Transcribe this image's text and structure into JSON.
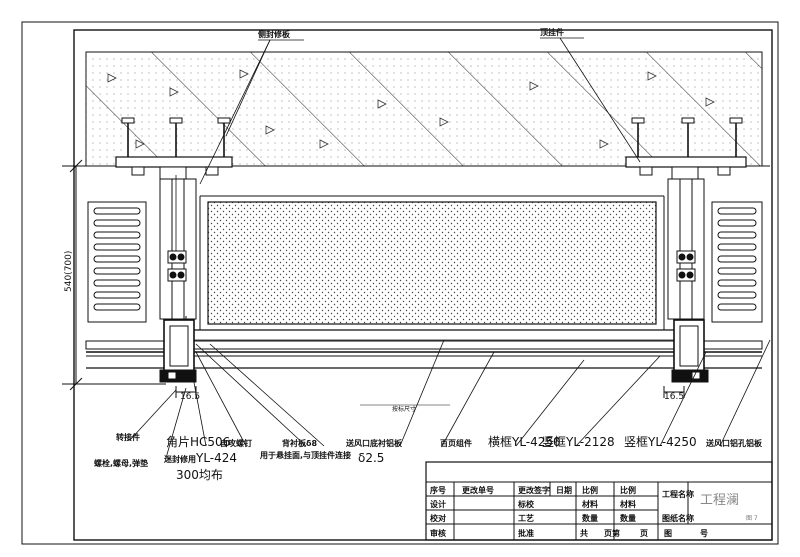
{
  "labels": {
    "top_left": "侧封修板",
    "top_right": "顶挂件",
    "dim_vertical": "540(700)",
    "dim_left": "16.5",
    "dim_right": "16.5",
    "center_small": "按标尺寸",
    "connector": "转接件",
    "screws": "螺栓,螺母,弹垫",
    "profile_code": "角片HC506",
    "seal_profile": "YL-424",
    "seal_note": "迷封修用",
    "spacing": "300均布",
    "screw_type": "自攻螺钉",
    "plate_thick": "背衬板δ8",
    "fix_note": "用于悬挂面,与顶挂件连接",
    "vent_plate": "送风口底衬铝板",
    "vent_thick": "δ2.5",
    "louver": "百页组件",
    "frame_beam": "横框YL-4250",
    "frame_side": "竖框YL-2128",
    "louver_frame": "竖框YL-4250",
    "vent_panel": "送风口铝孔铝板"
  },
  "title_block": {
    "r1": [
      "序号",
      "更改单号",
      "更改签字",
      "日期"
    ],
    "r2": [
      "设计",
      "标校"
    ],
    "r3": [
      "校对",
      "工艺"
    ],
    "r4": [
      "审核",
      "批准"
    ],
    "mid_r1": [
      "比例",
      "比例"
    ],
    "mid_r2": [
      "材料",
      "材料"
    ],
    "mid_r3": [
      "数量",
      "数量",
      "图纸名称"
    ],
    "mid_r4": [
      "共",
      "页第",
      "页",
      "图",
      "号"
    ],
    "project_label": "工程名称",
    "logo_text": "工程澜",
    "logo_sub": "图 7"
  }
}
